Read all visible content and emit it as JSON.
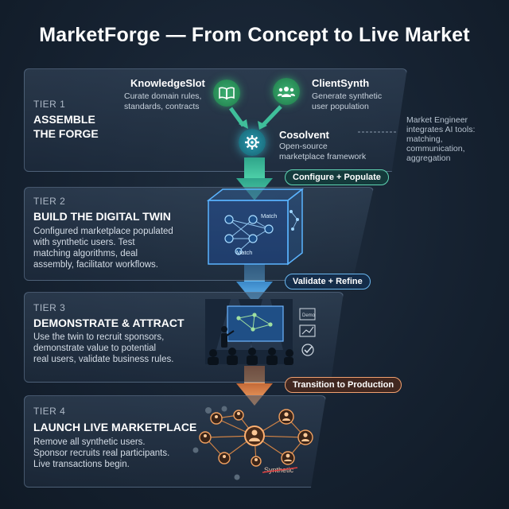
{
  "title": "MarketForge — From Concept to Live Market",
  "colors": {
    "background": "#162231",
    "teal": "#3fbf9a",
    "blue": "#4aa8f0",
    "orange": "#f0904a",
    "panel_border": "#8fa8c4"
  },
  "tier1": {
    "label": "TIER 1",
    "title_line1": "ASSEMBLE",
    "title_line2": "THE FORGE",
    "knowledge_slot": {
      "name": "KnowledgeSlot",
      "desc_line1": "Curate domain rules,",
      "desc_line2": "standards, contracts",
      "icon": "book-icon"
    },
    "client_synth": {
      "name": "ClientSynth",
      "desc_line1": "Generate synthetic",
      "desc_line2": "user population",
      "icon": "users-icon"
    },
    "cosolvent": {
      "name": "Cosolvent",
      "desc_line1": "Open-source",
      "desc_line2": "marketplace framework",
      "icon": "gear-icon"
    }
  },
  "side_note": {
    "line1": "Market Engineer",
    "line2": "integrates AI tools:",
    "line3": "matching,",
    "line4": "communication,",
    "line5": "aggregation"
  },
  "badges": {
    "configure": "Configure + Populate",
    "validate": "Validate + Refine",
    "transition": "Transition to Production"
  },
  "tier2": {
    "label": "TIER 2",
    "title": "BUILD THE DIGITAL TWIN",
    "desc_line1": "Configured marketplace populated",
    "desc_line2": "with synthetic users. Test",
    "desc_line3": "matching algorithms, deal",
    "desc_line4": "assembly, facilitator workflows.",
    "match_label_1": "Match",
    "match_label_2": "Match"
  },
  "tier3": {
    "label": "TIER 3",
    "title": "DEMONSTRATE & ATTRACT",
    "desc_line1": "Use the twin to recruit sponsors,",
    "desc_line2": "demonstrate value to potential",
    "desc_line3": "real users, validate business rules.",
    "demo_label": "Demo"
  },
  "tier4": {
    "label": "TIER 4",
    "title": "LAUNCH LIVE MARKETPLACE",
    "desc_line1": "Remove all synthetic users.",
    "desc_line2": "Sponsor recruits real participants.",
    "desc_line3": "Live transactions begin.",
    "synthetic_label": "Synthetic"
  }
}
